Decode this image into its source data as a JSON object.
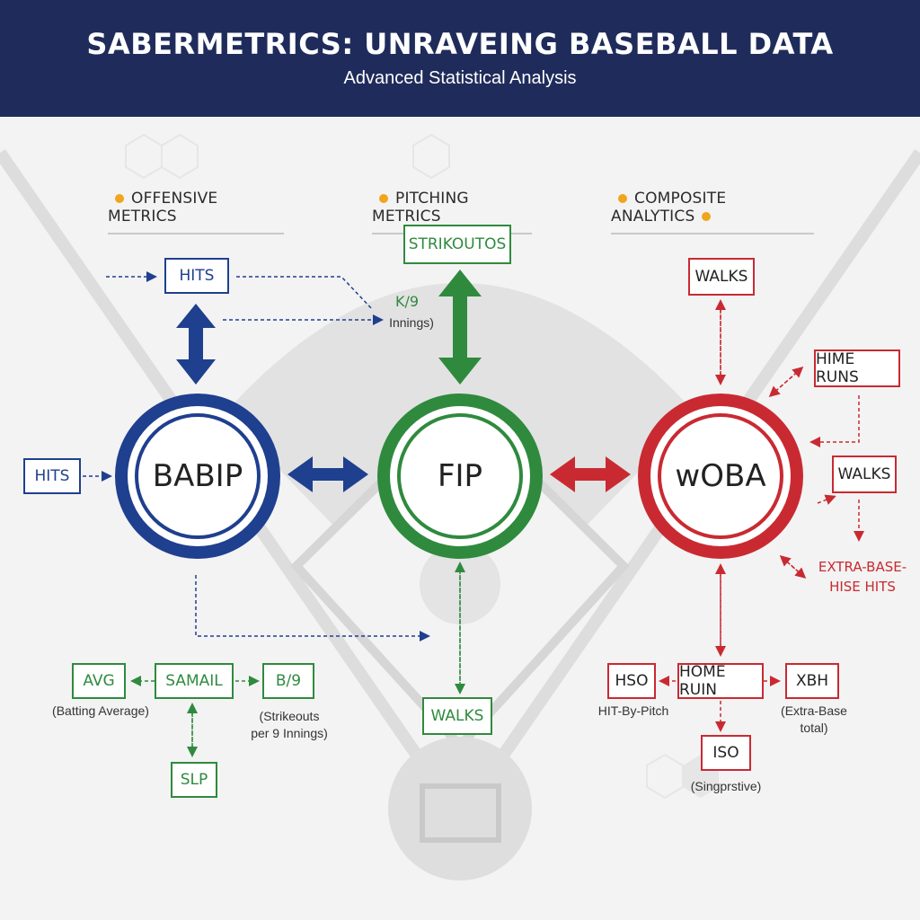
{
  "header": {
    "title": "SABERMETRICS: UNRAVEING BASEBALL DATA",
    "subtitle": "Advanced Statistical Analysis"
  },
  "sections": {
    "offensive": "OFFENSIVE METRICS",
    "pitching": "PITCHING METRICS",
    "composite": "COMPOSITE ANALYTICS"
  },
  "circles": {
    "babip": "BABIP",
    "fip": "FIP",
    "woba": "wOBA"
  },
  "offensive": {
    "hits_top": "HITS",
    "hits_left": "HITS",
    "avg": "AVG",
    "avg_note": "(Batting Average)",
    "samail": "SAMAIL",
    "b9": "B/9",
    "b9_note_1": "(Strikeouts",
    "b9_note_2": "per 9 Innings)",
    "slp": "SLP"
  },
  "pitching": {
    "strikeouts": "STRIKOUTOS",
    "k9": "K/9",
    "k9_note": "Innings)",
    "walks": "WALKS"
  },
  "composite": {
    "walks_top": "WALKS",
    "home_runs": "HIME RUNS",
    "walks_right": "WALKS",
    "extra_base_1": "EXTRA-BASE-",
    "extra_base_2": "HISE HITS",
    "hso": "HSO",
    "hso_note": "HIT-By-Pitch",
    "home_run": "HOME RUIN",
    "xbh": "XBH",
    "xbh_note_1": "(Extra-Base",
    "xbh_note_2": "total)",
    "iso": "ISO",
    "iso_note": "(Singprstive)"
  },
  "colors": {
    "navy": "#1f2c5b",
    "blue": "#1f3f8f",
    "green": "#2f8a3e",
    "red": "#c92a32",
    "accent_dot": "#f0a51c"
  }
}
